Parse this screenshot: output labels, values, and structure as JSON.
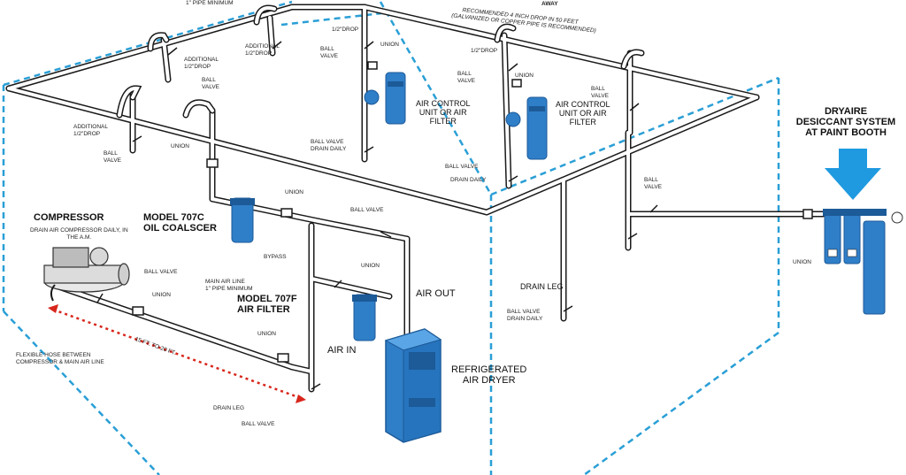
{
  "labels": {
    "pipe_minimum_top": "1\" PIPE MINIMUM",
    "recommended_line1": "RECOMMENDED 4 INCH DROP IN 50 FEET",
    "recommended_line2": "(GALVANIZED OR COPPER PIPE IS RECOMMENDED)",
    "away": "AWAY",
    "half_drop_1": "1/2\"DROP",
    "half_drop_2": "1/2\"DROP",
    "additional_drop_1": "ADDITIONAL\n1/2\"DROP",
    "additional_drop_2": "ADDITIONAL\n1/2\"DROP",
    "additional_drop_3": "ADDITIONAL\n1/2\"DROP",
    "ball_valve": "BALL VALVE",
    "ball_valve_stack": "BALL\nVALVE",
    "union": "UNION",
    "air_control_1": "AIR CONTROL\nUNIT OR AIR\nFILTER",
    "air_control_2": "AIR CONTROL\nUNIT OR AIR\nFILTER",
    "ball_valve_drain_daily": "BALL VALVE\nDRAIN DAILY",
    "drain_daily": "DRAIN DAILY",
    "dryaire": "DRYAIRE\nDESICCANT SYSTEM\nAT PAINT BOOTH",
    "compressor": "COMPRESSOR",
    "compressor_note": "DRAIN AIR COMPRESSOR DAILY, IN\nTHE A.M.",
    "model_707c": "MODEL 707C\nOIL COALSCER",
    "model_707f": "MODEL 707F\nAIR FILTER",
    "bypass": "BYPASS",
    "main_air_line": "MAIN AIR LINE\n1\" PIPE MINIMUM",
    "air_out": "AIR OUT",
    "air_in": "AIR IN",
    "refrigerated": "REFRIGERATED\nAIR DRYER",
    "drain_leg": "DRAIN LEG",
    "flexible_hose": "FLEXIBLE HOSE BETWEEN\nCOMPRESSOR & MAIN AIR LINE",
    "distance": "15 FT. TO 20 FT."
  },
  "colors": {
    "pipe_outline": "#1a1a1a",
    "pipe_fill": "#ffffff",
    "room_dash": "#2a9fd6",
    "equipment_blue": "#2f7ec8",
    "equipment_dark": "#1c5a98",
    "arrow_blue": "#1f9ae0",
    "distance_red": "#d8261c"
  },
  "icons": {
    "dryaire_arrow": "arrow-down-icon",
    "valve": "ball-valve-icon",
    "union": "union-fitting-icon",
    "compressor": "air-compressor-icon",
    "dryer": "refrigerated-dryer-icon"
  }
}
